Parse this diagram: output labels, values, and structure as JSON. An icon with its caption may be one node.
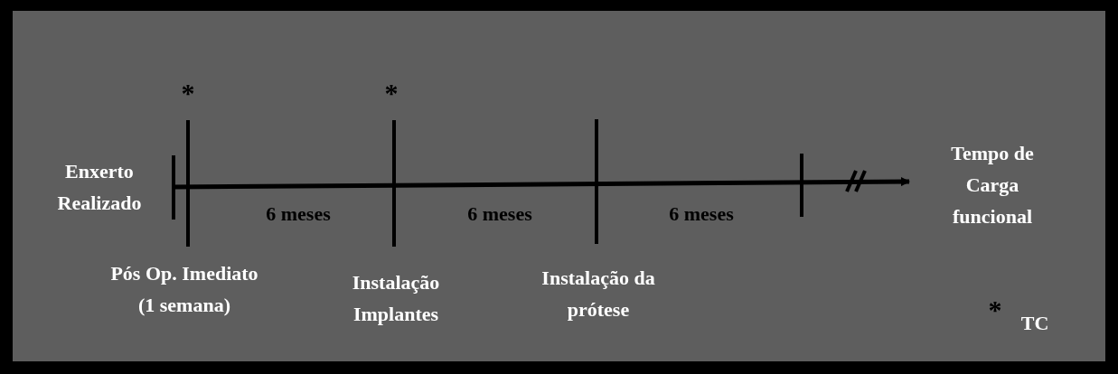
{
  "diagram": {
    "labels": [
      "*",
      "*",
      "Enxerto Realizado",
      "6 meses",
      "6 meses",
      "6 meses",
      "Tempo de Carga funcional",
      "Pós Op. Imediato (1 semana)",
      "Instalação Implantes",
      "Instalação da prótese",
      "*",
      "TC"
    ]
  }
}
